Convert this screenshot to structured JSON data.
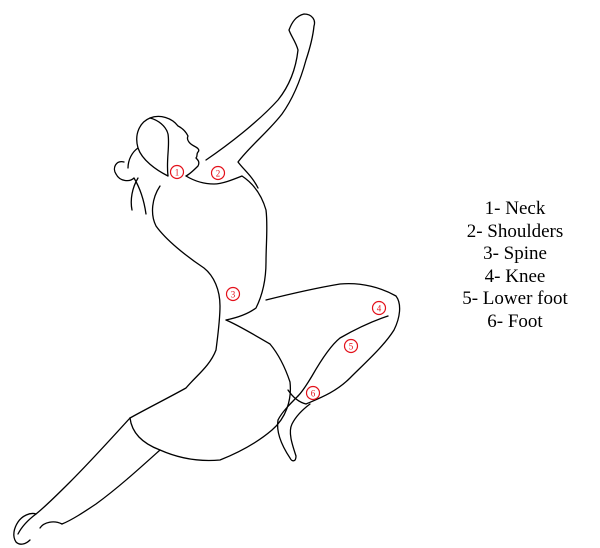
{
  "marker_color": "#e3101a",
  "markers": [
    {
      "number": "1",
      "part": "Neck"
    },
    {
      "number": "2",
      "part": "Shoulders"
    },
    {
      "number": "3",
      "part": "Spine"
    },
    {
      "number": "4",
      "part": "Knee"
    },
    {
      "number": "5",
      "part": "Lower foot"
    },
    {
      "number": "6",
      "part": "Foot"
    }
  ],
  "legend": [
    "1- Neck",
    "2- Shoulders",
    "3- Spine",
    "4- Knee",
    "5- Lower foot",
    "6- Foot"
  ]
}
